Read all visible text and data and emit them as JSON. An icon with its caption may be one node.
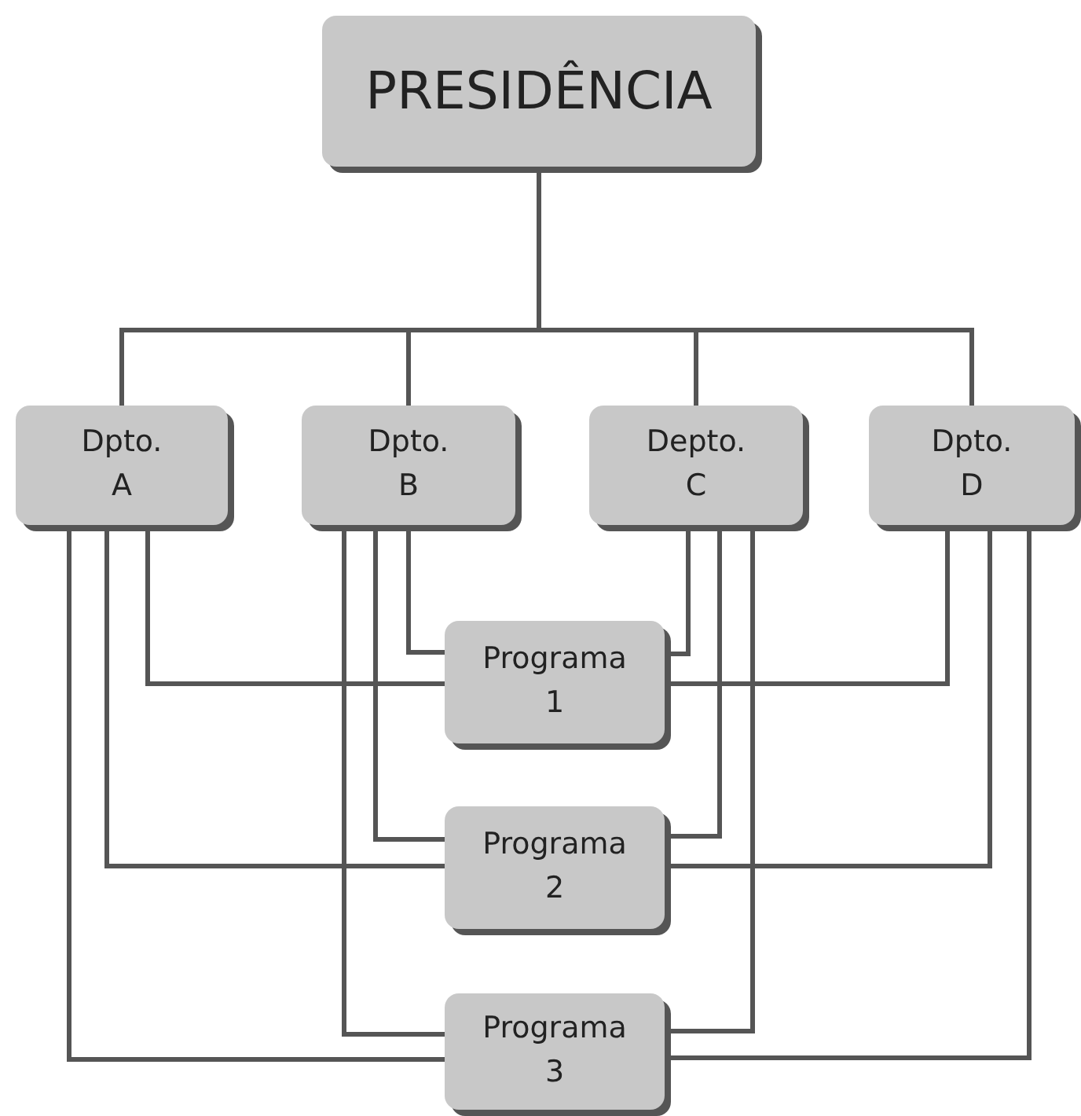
{
  "diagram": {
    "nodes": [
      {
        "text": [
          "PRESIDÊNCIA"
        ]
      },
      {
        "text": [
          "Dpto. A"
        ]
      },
      {
        "text": [
          "Dpto. B"
        ]
      },
      {
        "text": [
          "Depto. C"
        ]
      },
      {
        "text": [
          "Dpto. D"
        ]
      },
      {
        "text": [
          "Programa 1"
        ]
      },
      {
        "text": [
          "Programa 2"
        ]
      },
      {
        "text": [
          "Programa 3"
        ]
      }
    ],
    "edges": [
      {
        "from": 0,
        "to": 1,
        "arrow": "none"
      },
      {
        "from": 0,
        "to": 2,
        "arrow": "none"
      },
      {
        "from": 0,
        "to": 3,
        "arrow": "none"
      },
      {
        "from": 0,
        "to": 4,
        "arrow": "none"
      },
      {
        "from": 1,
        "to": 5,
        "arrow": "none"
      },
      {
        "from": 1,
        "to": 6,
        "arrow": "none"
      },
      {
        "from": 1,
        "to": 7,
        "arrow": "none"
      },
      {
        "from": 2,
        "to": 5,
        "arrow": "none"
      },
      {
        "from": 2,
        "to": 6,
        "arrow": "none"
      },
      {
        "from": 2,
        "to": 7,
        "arrow": "none"
      },
      {
        "from": 3,
        "to": 5,
        "arrow": "none"
      },
      {
        "from": 3,
        "to": 6,
        "arrow": "none"
      },
      {
        "from": 3,
        "to": 7,
        "arrow": "none"
      },
      {
        "from": 4,
        "to": 5,
        "arrow": "none"
      },
      {
        "from": 4,
        "to": 6,
        "arrow": "none"
      },
      {
        "from": 4,
        "to": 7,
        "arrow": "none"
      }
    ]
  }
}
